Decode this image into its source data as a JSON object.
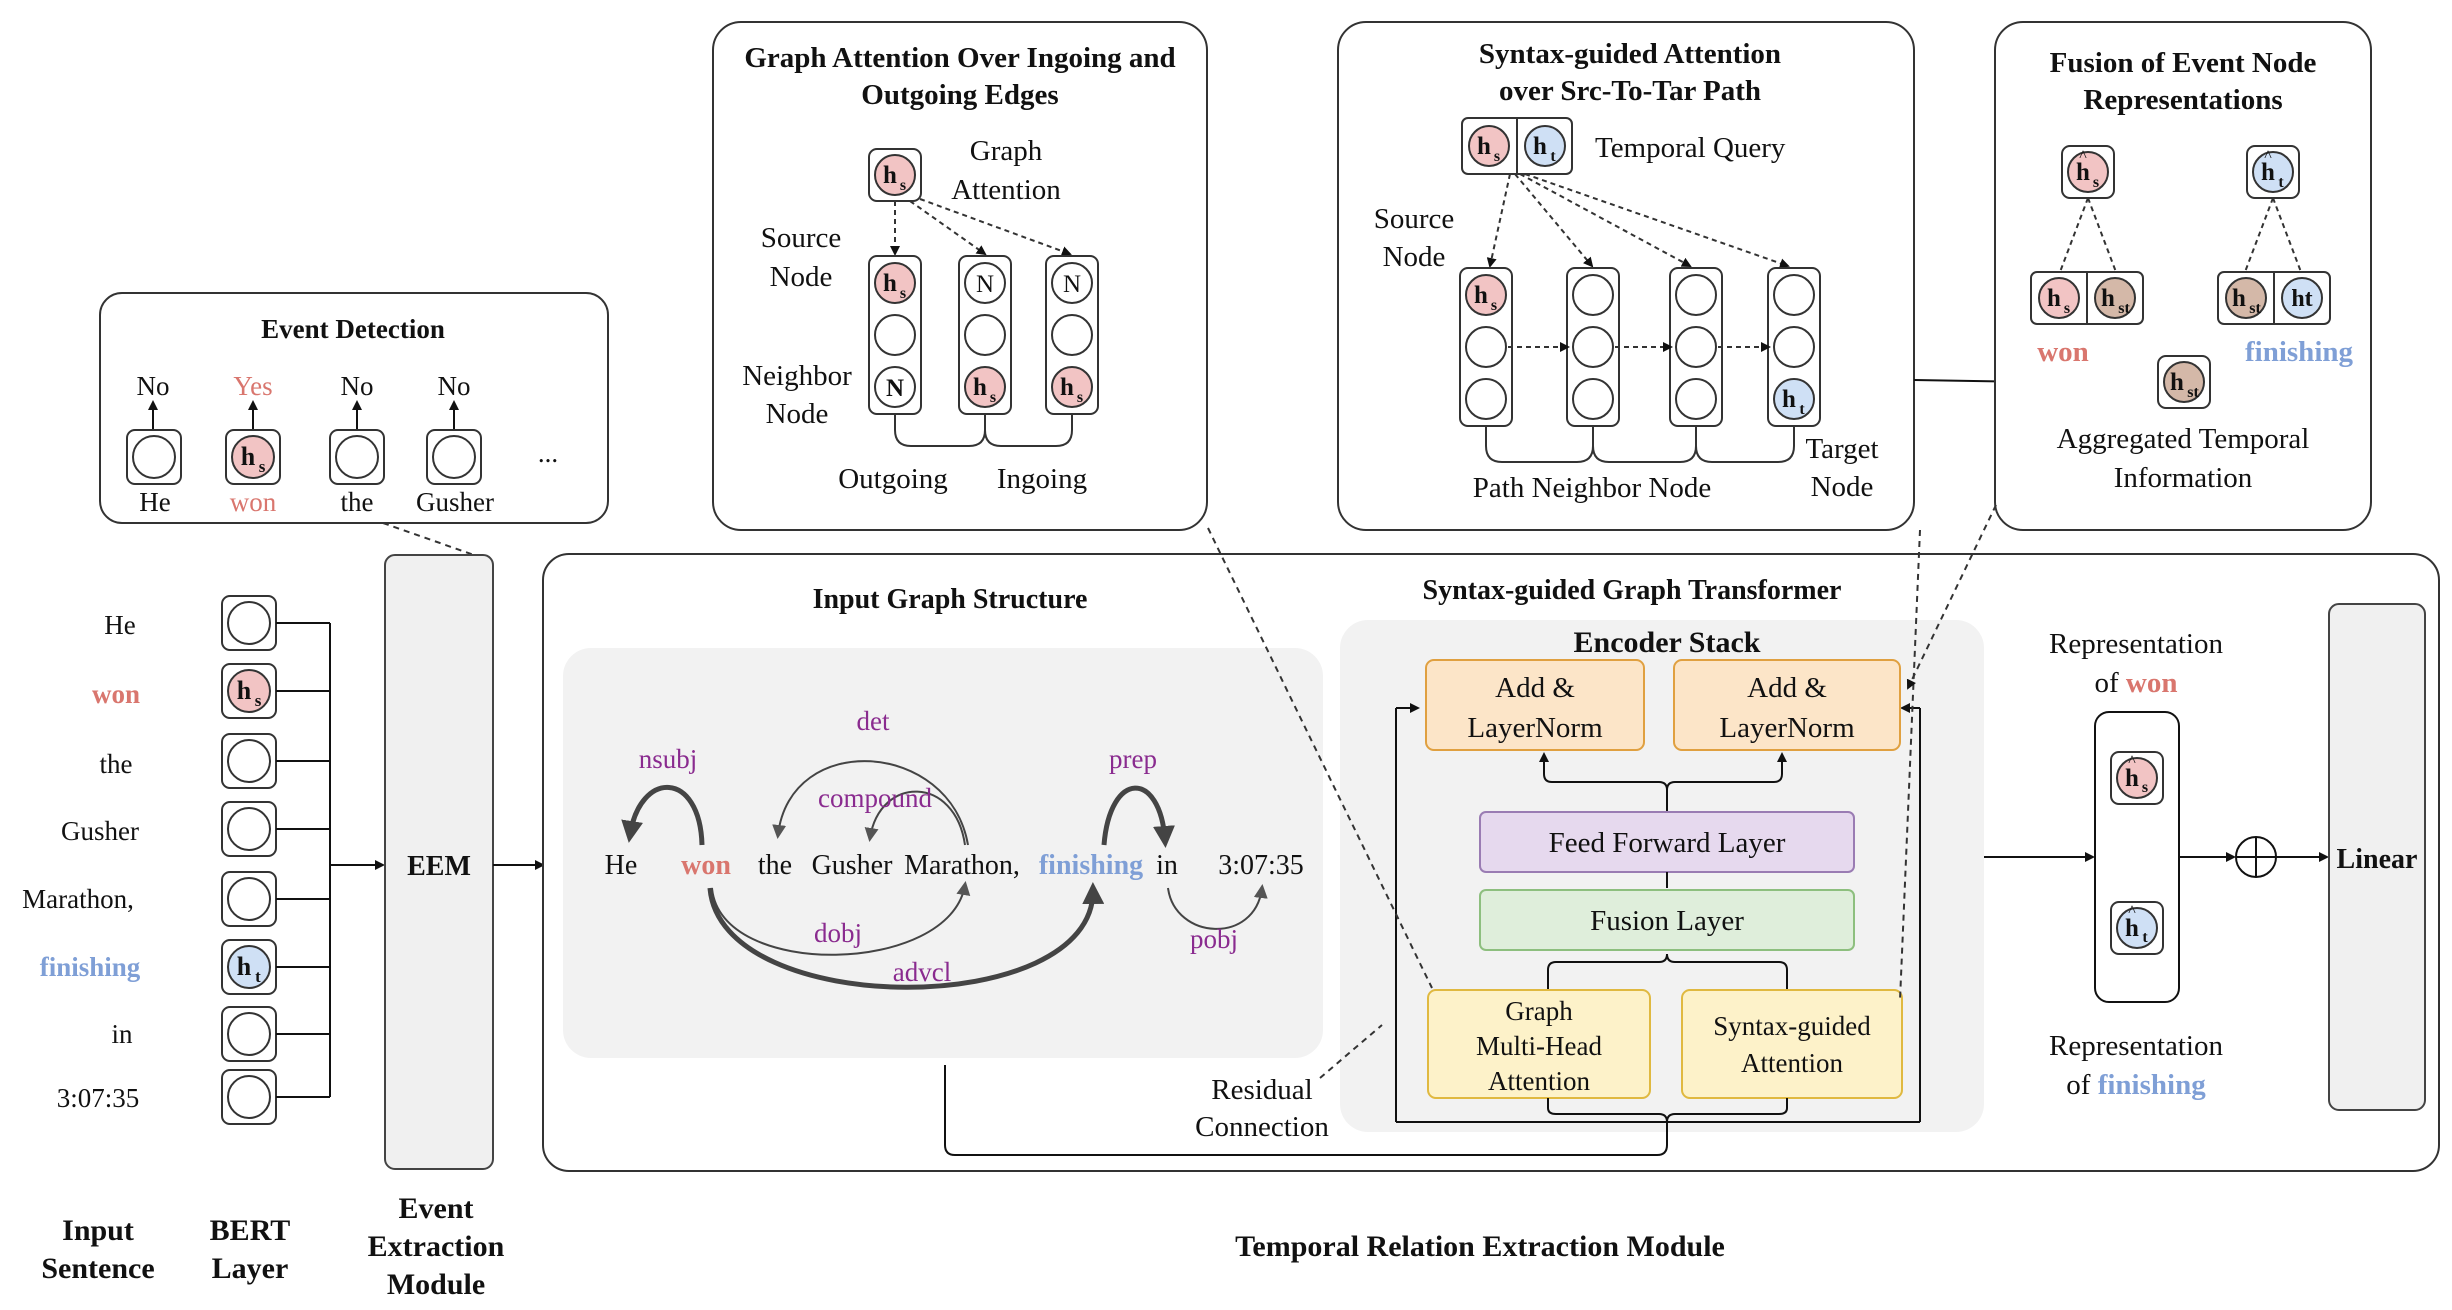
{
  "modules": {
    "input_sentence": [
      "Input",
      "Sentence"
    ],
    "bert_layer": [
      "BERT",
      "Layer"
    ],
    "event_extraction_module": [
      "Event",
      "Extraction",
      "Module"
    ],
    "temporal_relation_extraction_module": "Temporal Relation Extraction Module"
  },
  "sentence": [
    "He",
    "won",
    "the",
    "Gusher",
    "Marathon,",
    "finishing",
    "in",
    "3:07:35"
  ],
  "bert_tokens": [
    "",
    "hs",
    "",
    "",
    "",
    "ht",
    "",
    ""
  ],
  "eem_label": "EEM",
  "event_detection": {
    "title": "Event Detection",
    "labels": [
      "No",
      "Yes",
      "No",
      "No"
    ],
    "words": [
      "He",
      "won",
      "the",
      "Gusher"
    ],
    "ellipsis": "..."
  },
  "graph_attention_box": {
    "title": [
      "Graph Attention Over Ingoing and",
      "Outgoing Edges"
    ],
    "graph_attention_label": [
      "Graph",
      "Attention"
    ],
    "source_node_label": [
      "Source",
      "Node"
    ],
    "neighbor_node_label": [
      "Neighbor",
      "Node"
    ],
    "N": "N",
    "outgoing": "Outgoing",
    "ingoing": "Ingoing"
  },
  "syntax_attention_box": {
    "title": [
      "Syntax-guided Attention",
      "over Src-To-Tar Path"
    ],
    "temporal_query": "Temporal Query",
    "source_node_label": [
      "Source",
      "Node"
    ],
    "path_neighbor_node": "Path Neighbor Node",
    "target_node_label": [
      "Target",
      "Node"
    ]
  },
  "fusion_box": {
    "title": [
      "Fusion of Event Node",
      "Representations"
    ],
    "won": "won",
    "finishing": "finishing",
    "aggregated": [
      "Aggregated Temporal",
      "Information"
    ],
    "ht_plain": "ht"
  },
  "transformer": {
    "title": "Syntax-guided Graph Transformer",
    "input_graph_title": "Input Graph Structure",
    "encoder_stack": "Encoder Stack",
    "add_norm_1": [
      "Add &",
      "LayerNorm"
    ],
    "add_norm_2": [
      "Add &",
      "LayerNorm"
    ],
    "feed_forward": "Feed Forward Layer",
    "fusion_layer": "Fusion Layer",
    "graph_mha": [
      "Graph",
      "Multi-Head",
      "Attention"
    ],
    "syntax_attention": [
      "Syntax-guided",
      "Attention"
    ],
    "residual": [
      "Residual",
      "Connection"
    ]
  },
  "dependency_graph": {
    "words": [
      "He",
      "won",
      "the",
      "Gusher",
      "Marathon,",
      "finishing",
      "in",
      "3:07:35"
    ],
    "relations": [
      "nsubj",
      "det",
      "compound",
      "prep",
      "dobj",
      "advcl",
      "pobj"
    ]
  },
  "output": {
    "representation_of": "Representation",
    "of": "of",
    "won": "won",
    "finishing": "finishing",
    "linear": "Linear"
  },
  "colors": {
    "event_red": "#d9766e",
    "event_blue": "#7f9fd6",
    "dependency_purple": "#8a2b8f",
    "add_norm_fill": "#fce5c8",
    "ffn_fill": "#e6d9ee",
    "fusion_fill": "#dfeedb",
    "attention_fill": "#fdf2c9",
    "panel_gray": "#f2f2f2"
  }
}
